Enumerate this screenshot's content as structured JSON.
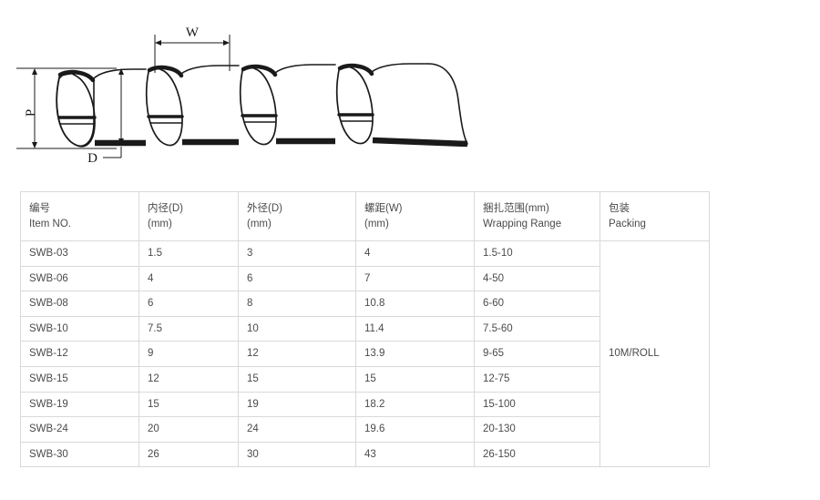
{
  "diagram": {
    "name": "spiral-wrapping-band-cross-section",
    "labels": {
      "pitch_outer": "P",
      "width": "W",
      "thickness": "D"
    }
  },
  "table": {
    "headers": [
      {
        "cn": "编号",
        "en": "Item NO."
      },
      {
        "cn": "内径(D)",
        "en": "(mm)"
      },
      {
        "cn": "外径(D)",
        "en": "(mm)"
      },
      {
        "cn": "螺距(W)",
        "en": "(mm)"
      },
      {
        "cn": "捆扎范围(mm)",
        "en": "Wrapping Range"
      },
      {
        "cn": "包装",
        "en": "Packing"
      }
    ],
    "rows": [
      {
        "item": "SWB-03",
        "inner": "1.5",
        "outer": "3",
        "pitch": "4",
        "range": "1.5-10"
      },
      {
        "item": "SWB-06",
        "inner": "4",
        "outer": "6",
        "pitch": "7",
        "range": "4-50"
      },
      {
        "item": "SWB-08",
        "inner": "6",
        "outer": "8",
        "pitch": "10.8",
        "range": "6-60"
      },
      {
        "item": "SWB-10",
        "inner": "7.5",
        "outer": "10",
        "pitch": "11.4",
        "range": "7.5-60"
      },
      {
        "item": "SWB-12",
        "inner": "9",
        "outer": "12",
        "pitch": "13.9",
        "range": "9-65"
      },
      {
        "item": "SWB-15",
        "inner": "12",
        "outer": "15",
        "pitch": "15",
        "range": "12-75"
      },
      {
        "item": "SWB-19",
        "inner": "15",
        "outer": "19",
        "pitch": "18.2",
        "range": "15-100"
      },
      {
        "item": "SWB-24",
        "inner": "20",
        "outer": "24",
        "pitch": "19.6",
        "range": "20-130"
      },
      {
        "item": "SWB-30",
        "inner": "26",
        "outer": "30",
        "pitch": "43",
        "range": "26-150"
      }
    ],
    "packing": "10M/ROLL"
  },
  "colors": {
    "border": "#d9d9d9",
    "text": "#4b4b4b",
    "ink": "#1a1a1a"
  }
}
